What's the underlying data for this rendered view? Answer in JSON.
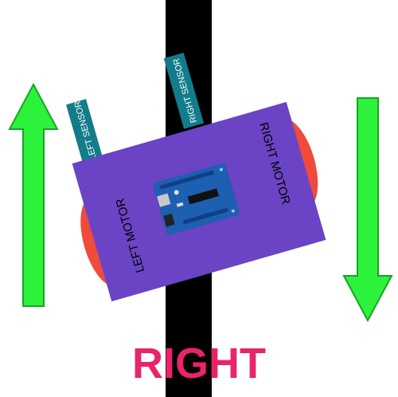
{
  "colors": {
    "track": "#000000",
    "chassis": "#6a44c4",
    "wheel": "#ef4b3b",
    "sensor": "#137c8a",
    "sensor_text": "#ffffff",
    "motor_text": "#000000",
    "up_arrow": "#2cf23b",
    "down_arrow": "#2cf23b",
    "arrow_stroke": "#17a521",
    "board": "#1d5fb0",
    "board_dark": "#0f3f85",
    "caption": "#e8246b"
  },
  "robot": {
    "left_sensor_label": "LEFT SENSOR",
    "right_sensor_label": "RIGHT SENSOR",
    "left_motor_label": "LEFT MOTOR",
    "right_motor_label": "RIGHT MOTOR",
    "board_icon": "arduino-uno-board-icon"
  },
  "arrows": {
    "left_icon": "arrow-up-icon",
    "right_icon": "arrow-down-icon"
  },
  "caption": "RIGHT"
}
